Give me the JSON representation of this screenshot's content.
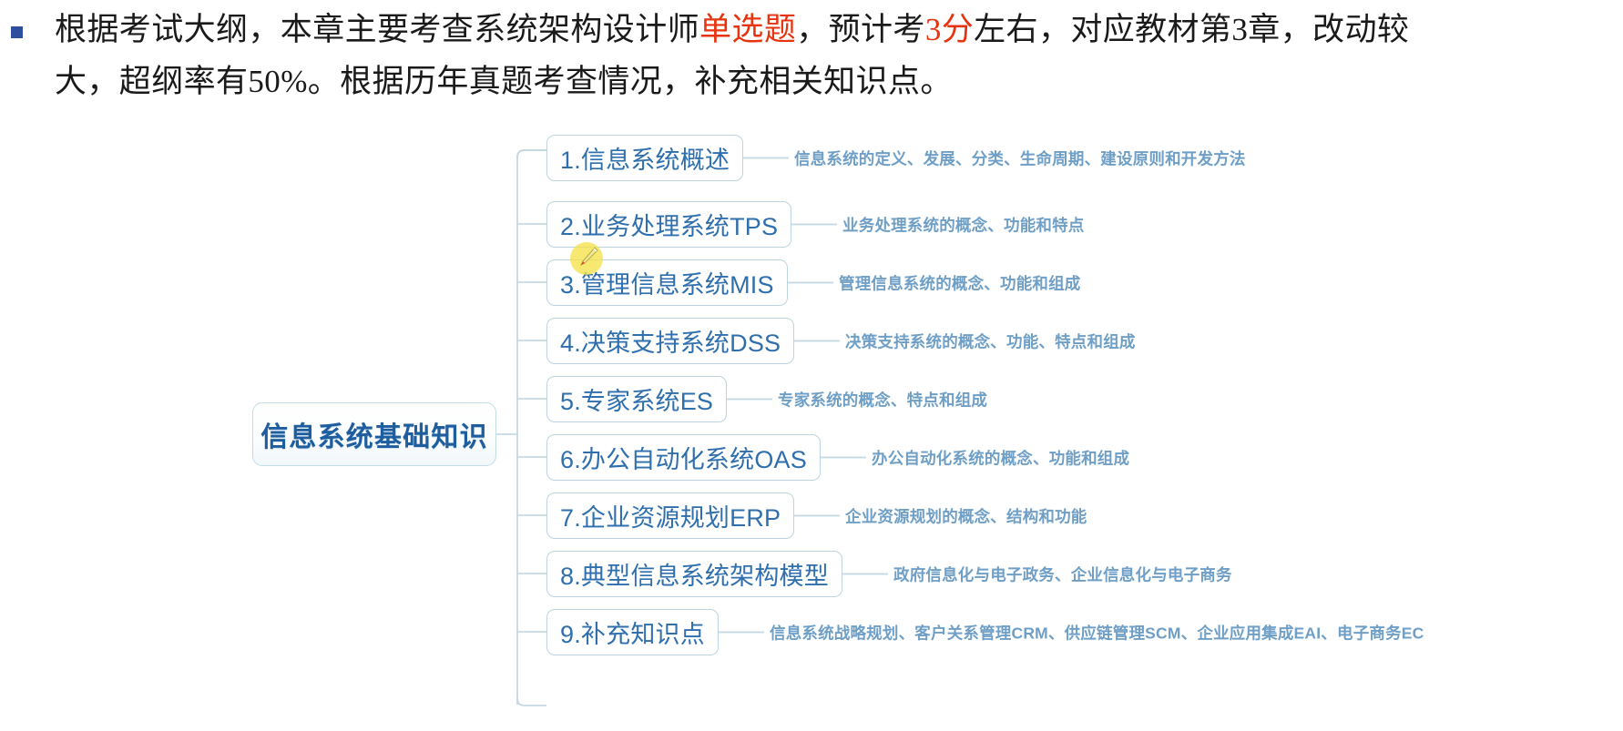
{
  "slide": {
    "bullet": {
      "marker": "square-bullet",
      "line1_pre": "根据考试大纲，本章主要考查系统架构设计师",
      "line1_red1": "单选题",
      "line1_mid": "，预计考",
      "line1_red2": "3分",
      "line1_post": "左右，对应教材第3章，改动较",
      "line2": "大，超纲率有50%。根据历年真题考查情况，补充相关知识点。",
      "accent_red": "#e8330f",
      "marker_color": "#2f4f9e"
    },
    "mindmap": {
      "root": "信息系统基础知识",
      "branch_color": "#2f6fad",
      "desc_color": "#6f9fc6",
      "border_color": "#bdd3dd",
      "cursor_icon": "highlighter-pen-cursor",
      "branches": [
        {
          "label": "1.信息系统概述",
          "desc": "信息系统的定义、发展、分类、生命周期、建设原则和开发方法"
        },
        {
          "label": "2.业务处理系统TPS",
          "desc": "业务处理系统的概念、功能和特点"
        },
        {
          "label": "3.管理信息系统MIS",
          "desc": "管理信息系统的概念、功能和组成"
        },
        {
          "label": "4.决策支持系统DSS",
          "desc": "决策支持系统的概念、功能、特点和组成"
        },
        {
          "label": "5.专家系统ES",
          "desc": "专家系统的概念、特点和组成"
        },
        {
          "label": "6.办公自动化系统OAS",
          "desc": "办公自动化系统的概念、功能和组成"
        },
        {
          "label": "7.企业资源规划ERP",
          "desc": "企业资源规划的概念、结构和功能"
        },
        {
          "label": "8.典型信息系统架构模型",
          "desc": "政府信息化与电子政务、企业信息化与电子商务"
        },
        {
          "label": "9.补充知识点",
          "desc": "信息系统战略规划、客户关系管理CRM、供应链管理SCM、企业应用集成EAI、电子商务EC"
        }
      ]
    }
  }
}
